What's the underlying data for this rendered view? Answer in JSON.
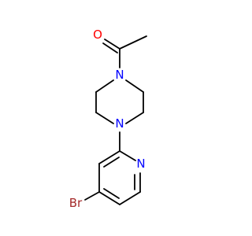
{
  "molecule": {
    "atoms": {
      "oxygen": "O",
      "nitrogen_top": "N",
      "nitrogen_bottom": "N",
      "nitrogen_pyridine": "N",
      "bromine": "Br"
    },
    "colors": {
      "oxygen": "#ff0000",
      "nitrogen": "#0000ff",
      "bromine": "#a52a2a",
      "bond": "#000000"
    }
  }
}
